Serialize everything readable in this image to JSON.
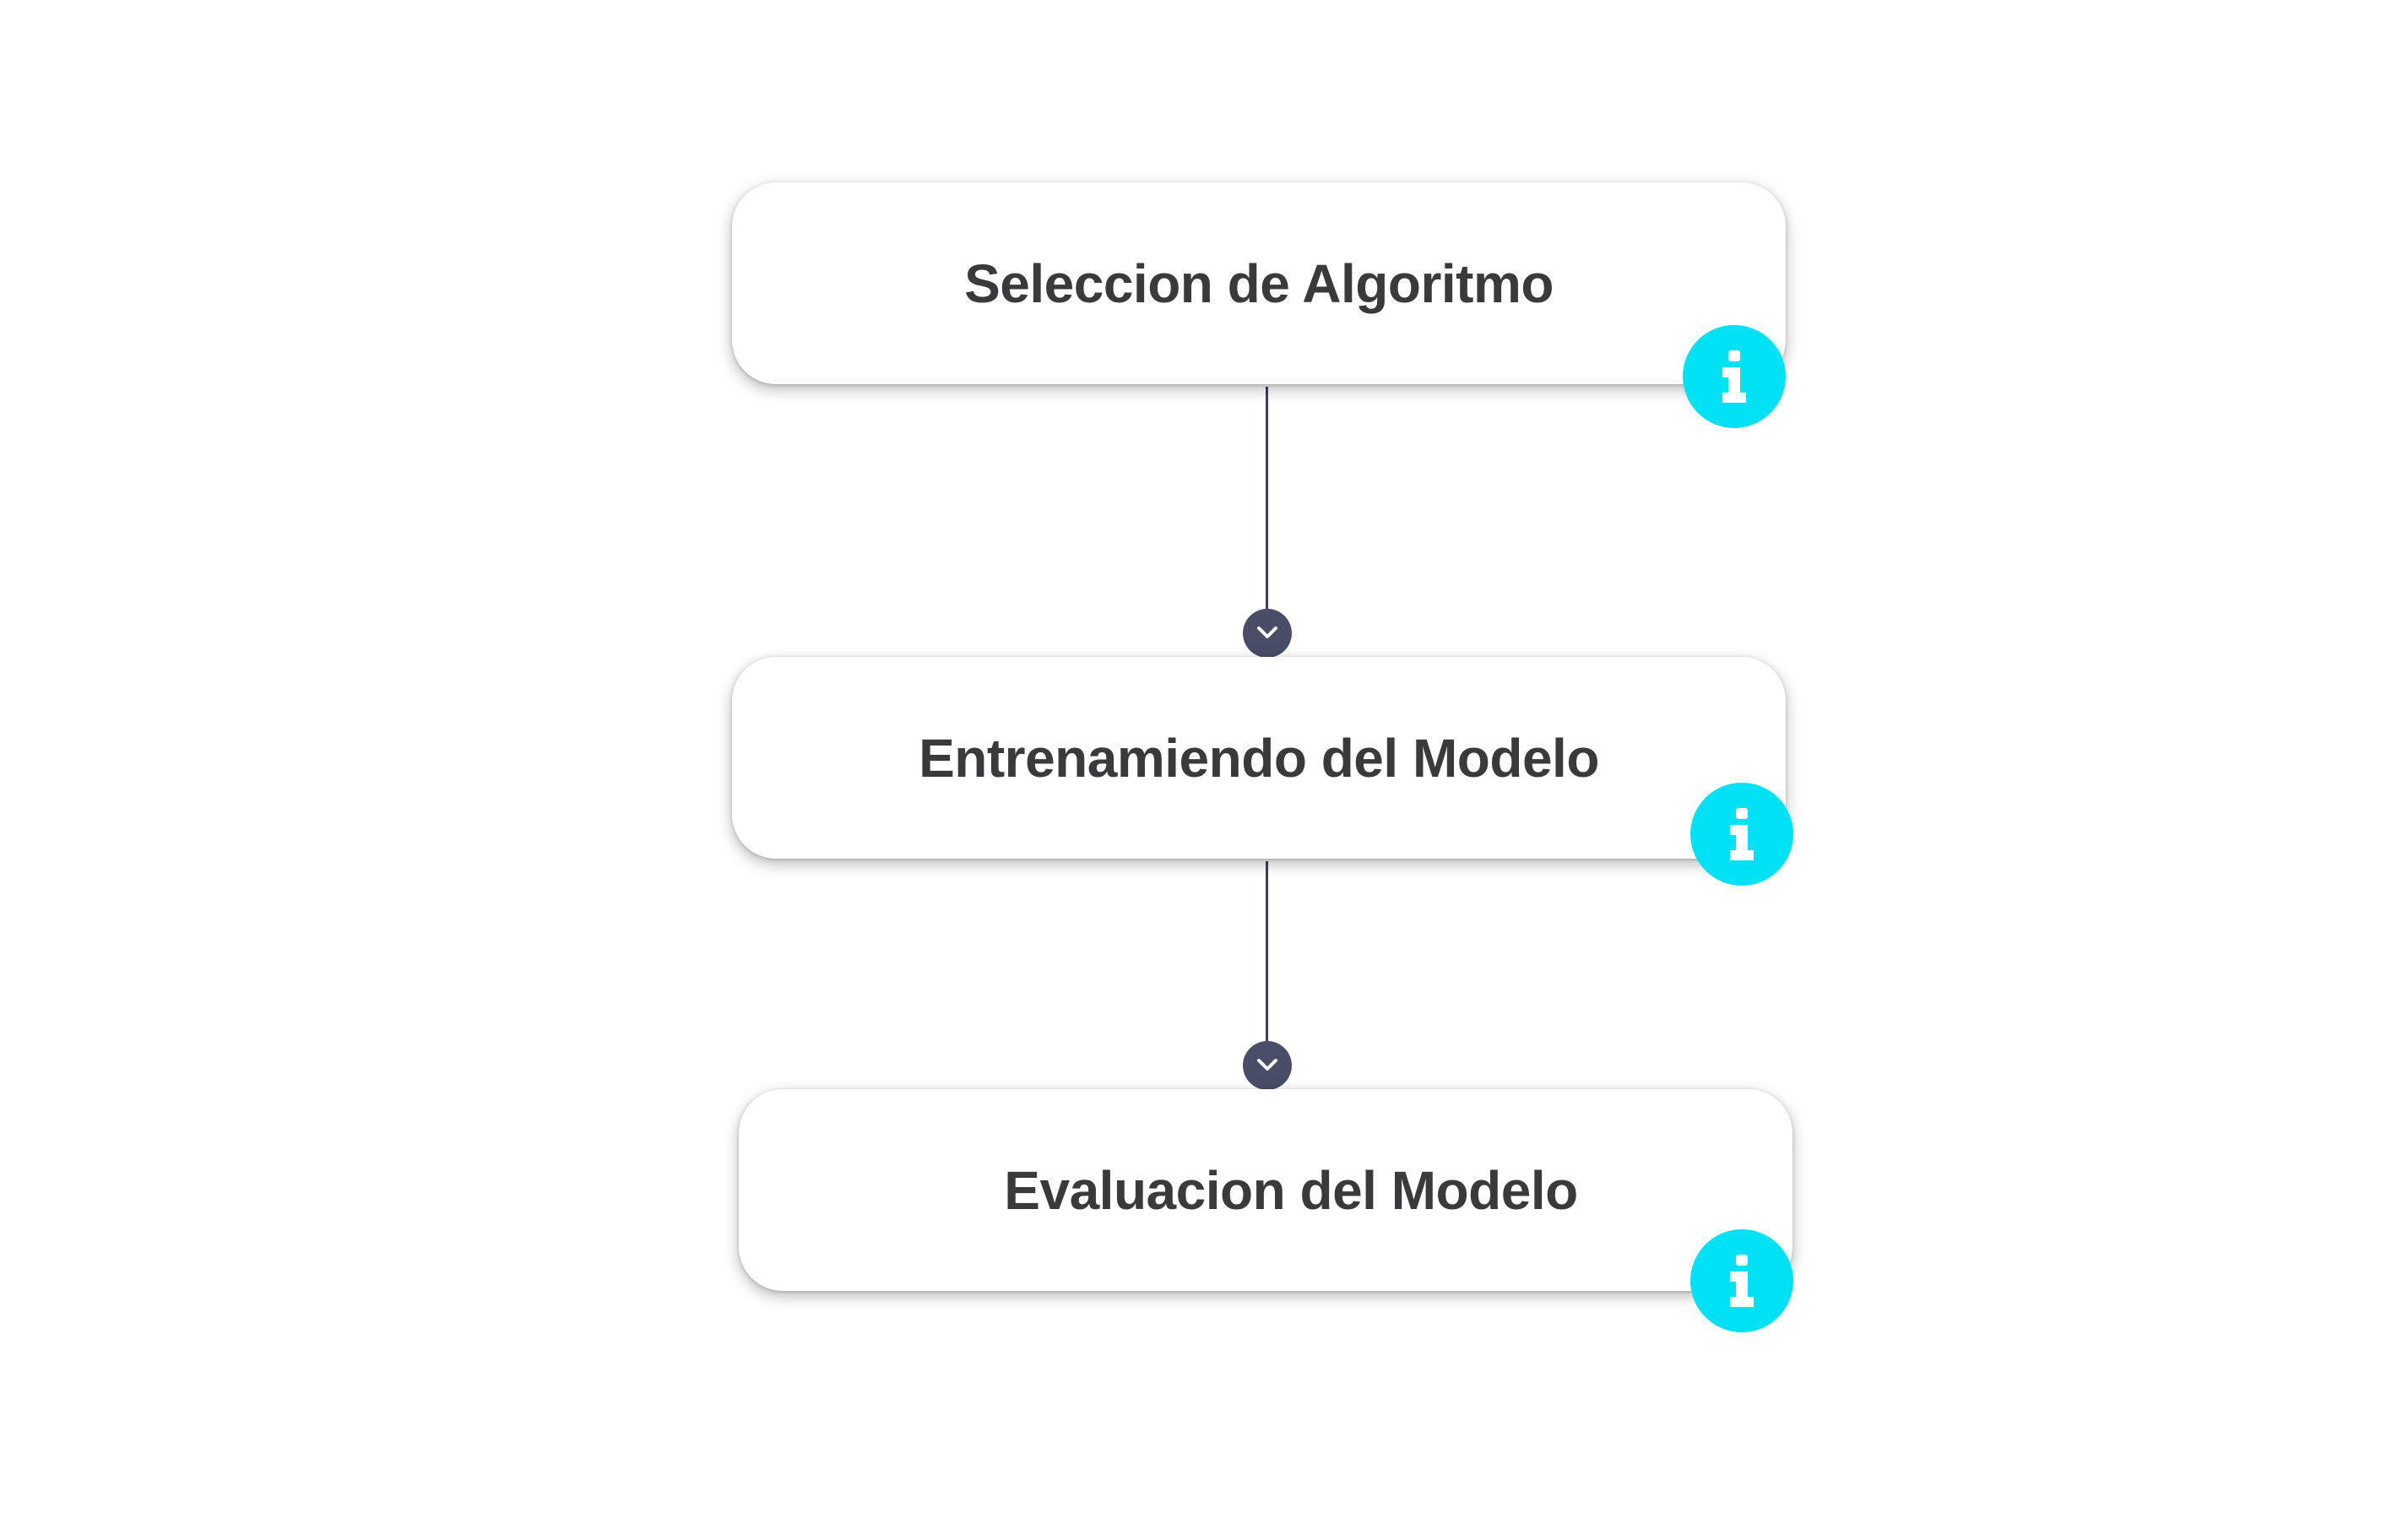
{
  "diagram": {
    "steps": [
      {
        "label": "Seleccion de Algoritmo",
        "icon": "info-icon"
      },
      {
        "label": "Entrenamiendo del Modelo",
        "icon": "info-icon"
      },
      {
        "label": "Evaluacion del Modelo",
        "icon": "info-icon"
      }
    ],
    "connector_icon": "chevron-down-icon",
    "colors": {
      "info_badge": "#00e1f6",
      "connector": "#3d4158",
      "arrow_dot": "#4a4d68",
      "label_text": "#3a3a3c"
    }
  }
}
